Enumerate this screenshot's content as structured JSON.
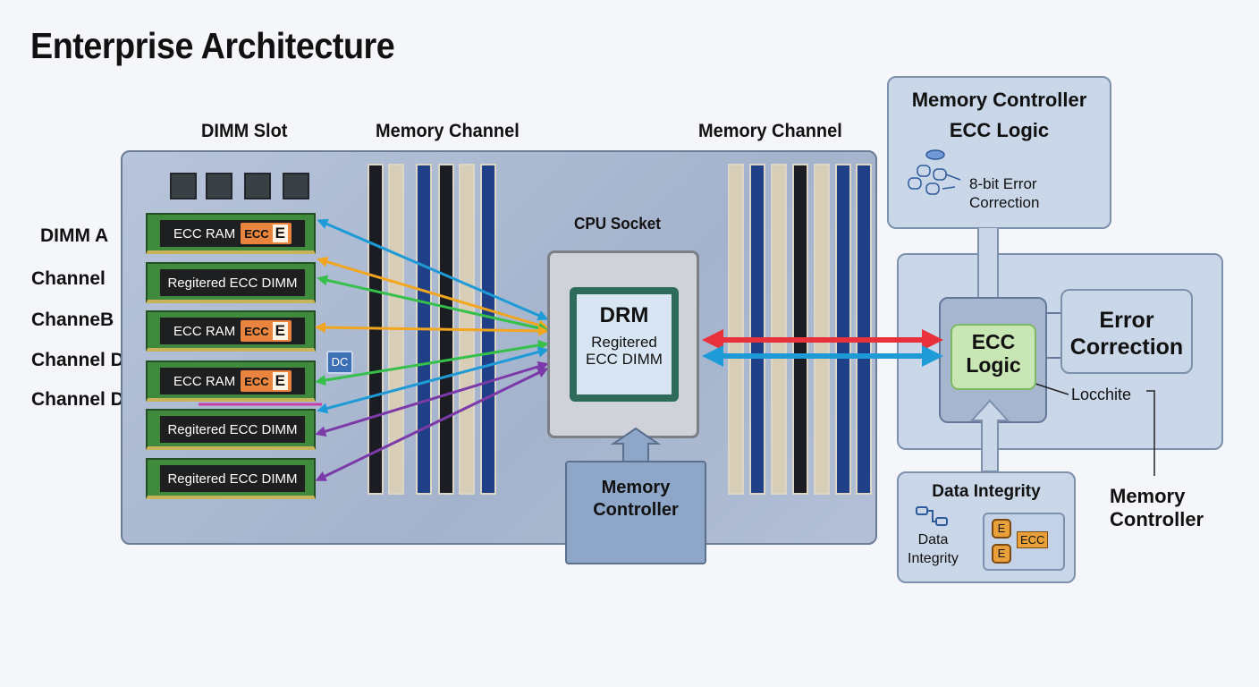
{
  "title": "Enterprise Architecture",
  "headers": {
    "dimm_slot": "DIMM Slot",
    "memory_channel_left": "Memory Channel",
    "memory_channel_right": "Memory Channel",
    "cpu_socket": "CPU Socket"
  },
  "side_labels": [
    "DIMM A",
    "Channel",
    "ChanneB",
    "Channel D",
    "Channel D"
  ],
  "dimms": [
    {
      "label": "ECC RAM",
      "badge": "ECC",
      "badge_letter": "E"
    },
    {
      "label": "Regitered ECC DIMM"
    },
    {
      "label": "ECC RAM",
      "badge": "ECC",
      "badge_letter": "E"
    },
    {
      "label": "ECC RAM",
      "badge": "ECC",
      "badge_letter": "E"
    },
    {
      "label": "Regitered ECC DIMM"
    },
    {
      "label": "Regitered ECC DIMM"
    }
  ],
  "board_icon_text": "DC",
  "cpu": {
    "line1": "DRM",
    "line2": "Regitered",
    "line3": "ECC DIMM"
  },
  "memory_controller_box": {
    "line1": "Memory",
    "line2": "Controller"
  },
  "top_panel": {
    "title1": "Memory Controller",
    "title2": "ECC Logic",
    "note1": "8-bit Error",
    "note2": "Correction"
  },
  "ecc_logic": {
    "line1": "ECC",
    "line2": "Logic"
  },
  "error_correction": {
    "line1": "Error",
    "line2": "Correction"
  },
  "locchite": "Locchite",
  "data_integrity": {
    "title": "Data Integrity",
    "line1": "Data",
    "line2": "Integrity",
    "badge_letter": "E",
    "badge": "ECC"
  },
  "memory_controller_label": {
    "line1": "Memory",
    "line2": "Controller"
  },
  "colors": {
    "arrow_red": "#e8313a",
    "arrow_blue": "#1e9bd7",
    "orange": "#f2a51e",
    "green": "#35c04a",
    "purple": "#7b3aa8",
    "ecc_green": "#c9e7b4"
  }
}
